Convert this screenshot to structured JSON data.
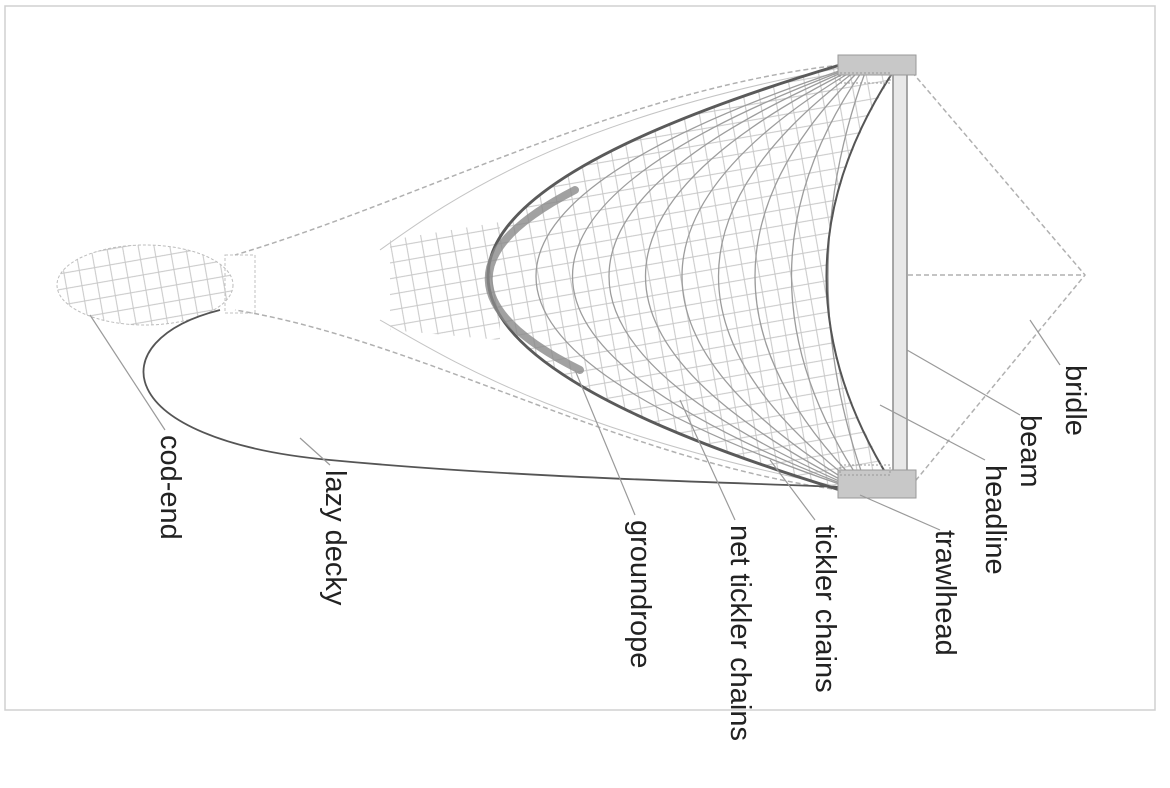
{
  "diagram": {
    "labels": {
      "bridle": "bridle",
      "beam": "beam",
      "headline": "headline",
      "trawlhead": "trawlhead",
      "tickler_chains": "tickler chains",
      "net_tickler_chains": "net tickler chains",
      "groundrope": "groundrope",
      "lazy_decky": "lazy decky",
      "cod_end": "cod-end"
    },
    "colors": {
      "frame": "#d0d0d0",
      "line": "#666666",
      "text": "#222222"
    }
  }
}
